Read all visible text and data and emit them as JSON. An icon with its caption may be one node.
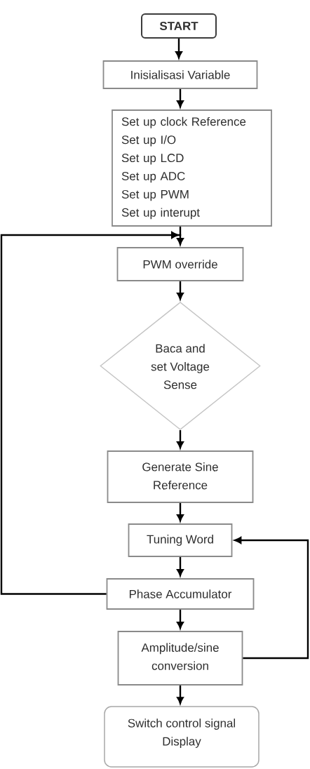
{
  "diagram": {
    "nodes": [
      {
        "text": [
          "START"
        ]
      },
      {
        "text": [
          "Inisialisasi Variable"
        ]
      },
      {
        "text": [
          "Set up clock Reference",
          "Set up I/O",
          "Set up LCD",
          "Set up ADC",
          "Set up PWM",
          "Set up interupt"
        ]
      },
      {
        "text": [
          "PWM override"
        ]
      },
      {
        "text": [
          "Baca and set Voltage Sense"
        ]
      },
      {
        "text": [
          "Generate Sine Reference"
        ]
      },
      {
        "text": [
          "Tuning Word"
        ]
      },
      {
        "text": [
          "Phase Accumulator"
        ]
      },
      {
        "text": [
          "Amplitude/sine conversion"
        ]
      },
      {
        "text": [
          "Switch control signal Display"
        ]
      }
    ],
    "edges": [
      {
        "from": 0,
        "to": 1,
        "arrow": "to"
      },
      {
        "from": 1,
        "to": 2,
        "arrow": "to"
      },
      {
        "from": 2,
        "to": 3,
        "arrow": "to"
      },
      {
        "from": 3,
        "to": 4,
        "arrow": "to"
      },
      {
        "from": 4,
        "to": 5,
        "arrow": "to"
      },
      {
        "from": 5,
        "to": 6,
        "arrow": "to"
      },
      {
        "from": 6,
        "to": 7,
        "arrow": "to"
      },
      {
        "from": 7,
        "to": 8,
        "arrow": "to"
      },
      {
        "from": 8,
        "to": 9,
        "arrow": "to"
      },
      {
        "from": 7,
        "to": 3,
        "arrow": "to"
      },
      {
        "from": 8,
        "to": 6,
        "arrow": "to"
      }
    ]
  }
}
